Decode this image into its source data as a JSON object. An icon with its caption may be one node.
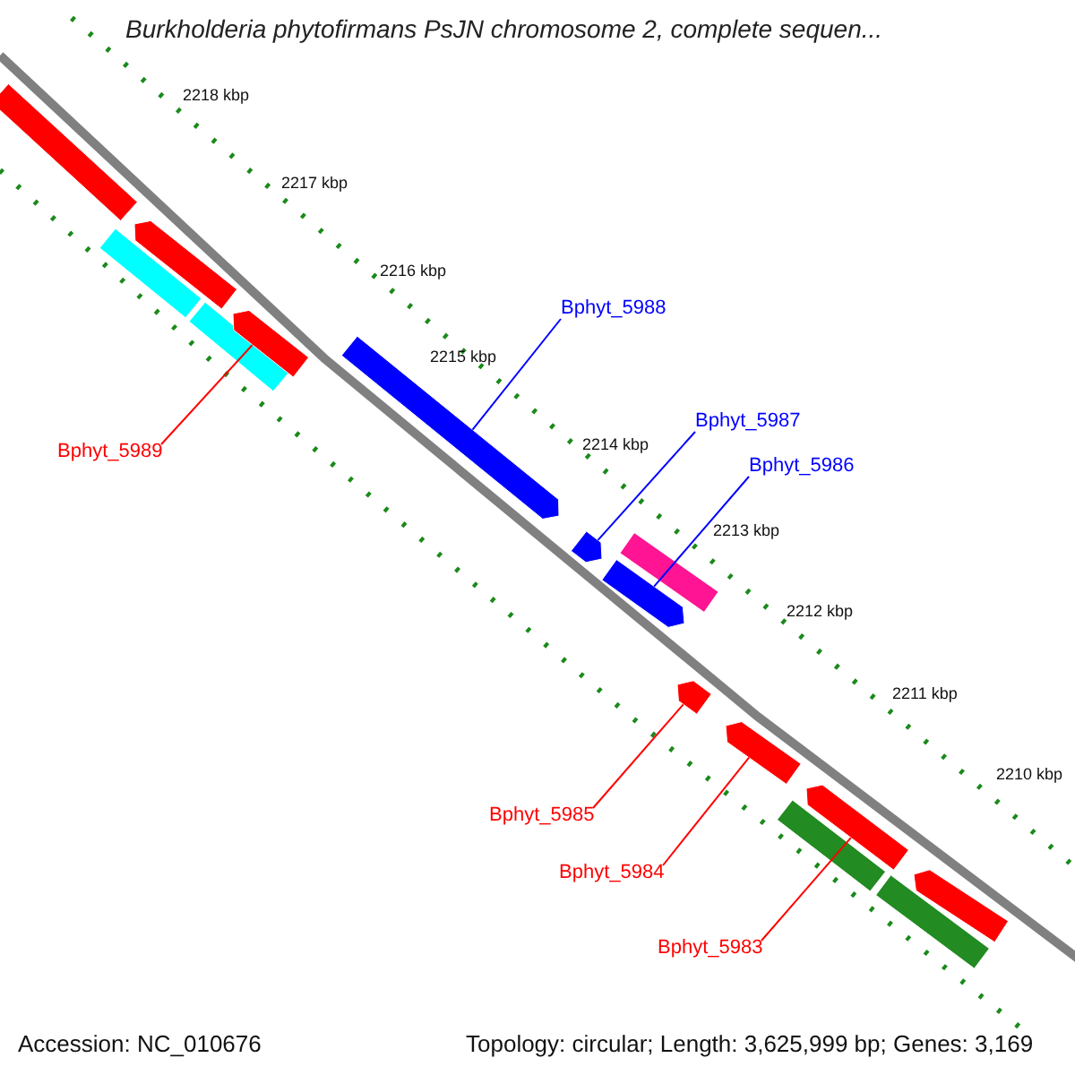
{
  "diagram": {
    "title": "Burkholderia phytofirmans PsJN chromosome 2, complete sequen...",
    "nodes": [
      {
        "text": [
          "Bphyt_5988"
        ]
      },
      {
        "text": [
          "Bphyt_5987"
        ]
      },
      {
        "text": [
          "Bphyt_5989"
        ]
      },
      {
        "text": [
          "Bphyt_5986"
        ]
      },
      {
        "text": [
          "Bphyt_5985"
        ]
      },
      {
        "text": [
          "Bphyt_5984"
        ]
      },
      {
        "text": [
          "Bphyt_5983"
        ]
      },
      {
        "text": [],
        "shape": "bar"
      },
      {
        "text": [],
        "shape": "bar"
      },
      {
        "text": [],
        "shape": "bar"
      },
      {
        "text": [],
        "shape": "bar"
      },
      {
        "text": [],
        "shape": "bar"
      },
      {
        "text": [],
        "shape": "bar"
      },
      {
        "text": [],
        "shape": "bar"
      },
      {
        "text": [],
        "shape": "bar"
      },
      {
        "text": [],
        "shape": "bar"
      },
      {
        "text": [],
        "shape": "bar"
      },
      {
        "text": [],
        "shape": "bar"
      },
      {
        "text": [],
        "shape": "bar"
      },
      {
        "text": [],
        "shape": "bar"
      },
      {
        "text": [],
        "shape": "bar"
      },
      {
        "text": [],
        "shape": "bar"
      }
    ],
    "edges": [
      {
        "from": 0,
        "to": 12,
        "arrow": "none",
        "color": "#0000ff"
      },
      {
        "from": 1,
        "to": 13,
        "arrow": "none",
        "color": "#0000ff"
      },
      {
        "from": 2,
        "to": 11,
        "arrow": "none"
      },
      {
        "from": 3,
        "to": 15,
        "arrow": "none",
        "color": "#0000ff"
      },
      {
        "from": 4,
        "to": 16,
        "arrow": "none"
      },
      {
        "from": 5,
        "to": 17,
        "arrow": "none"
      },
      {
        "from": 6,
        "to": 19,
        "arrow": "none"
      }
    ],
    "labels": [
      "2218 kbp",
      "2217 kbp",
      "2216 kbp",
      "2215 kbp",
      "2214 kbp",
      "2213 kbp",
      "2212 kbp",
      "2211 kbp",
      "2210 kbp",
      "Accession: NC_010676",
      "Topology: circular; Length: 3,625,999 bp; Genes: 3,169"
    ]
  }
}
